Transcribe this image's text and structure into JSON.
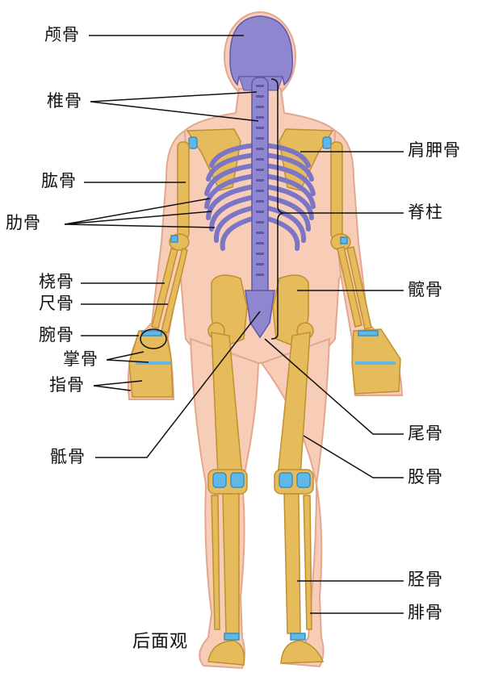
{
  "diagram": {
    "caption": "后面观",
    "colors": {
      "skin": "#f7cdb8",
      "skin_outline": "#e3a78f",
      "bone": "#e6bb5c",
      "bone_dark": "#c08f2e",
      "axial": "#8e87cf",
      "axial_dark": "#5f56a6",
      "cartilage": "#5fb8e6",
      "leader_line": "#111111"
    },
    "labels_left": [
      {
        "id": "skull",
        "text": "颅骨"
      },
      {
        "id": "vertebrae",
        "text": "椎骨"
      },
      {
        "id": "humerus",
        "text": "肱骨"
      },
      {
        "id": "ribs",
        "text": "肋骨"
      },
      {
        "id": "radius",
        "text": "桡骨"
      },
      {
        "id": "ulna",
        "text": "尺骨"
      },
      {
        "id": "carpals",
        "text": "腕骨"
      },
      {
        "id": "metacarpals",
        "text": "掌骨"
      },
      {
        "id": "phalanges",
        "text": "指骨"
      },
      {
        "id": "sacrum",
        "text": "骶骨"
      }
    ],
    "labels_right": [
      {
        "id": "scapula",
        "text": "肩胛骨"
      },
      {
        "id": "spine",
        "text": "脊柱"
      },
      {
        "id": "hip-bone",
        "text": "髋骨"
      },
      {
        "id": "coccyx",
        "text": "尾骨"
      },
      {
        "id": "femur",
        "text": "股骨"
      },
      {
        "id": "tibia",
        "text": "胫骨"
      },
      {
        "id": "fibula",
        "text": "腓骨"
      }
    ]
  }
}
